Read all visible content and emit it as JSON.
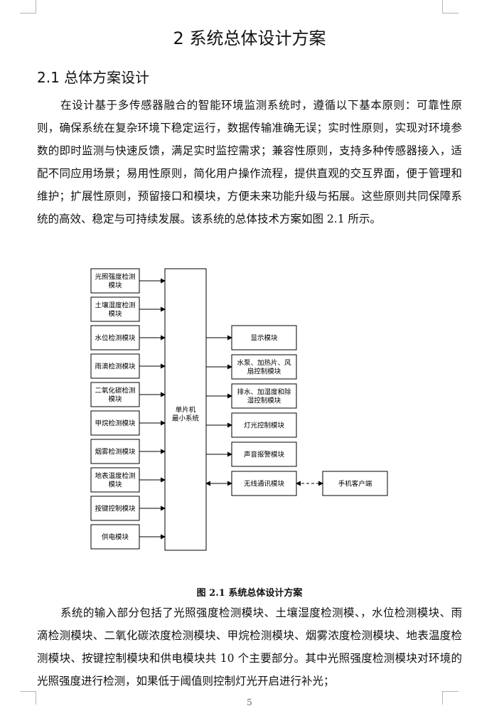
{
  "chapter_title": "2 系统总体设计方案",
  "section_title": "2.1 总体方案设计",
  "paragraph_1": "在设计基于多传感器融合的智能环境监测系统时，遵循以下基本原则：可靠性原则，确保系统在复杂环境下稳定运行，数据传输准确无误；实时性原则，实现对环境参数的即时监测与快速反馈，满足实时监控需求；兼容性原则，支持多种传感器接入，适配不同应用场景；易用性原则，简化用户操作流程，提供直观的交互界面，便于管理和维护；扩展性原则，预留接口和模块，方便未来功能升级与拓展。这些原则共同保障系统的高效、稳定与可持续发展。该系统的总体技术方案如图 2.1 所示。",
  "diagram": {
    "inputs": [
      [
        "光照强度检测",
        "模块"
      ],
      [
        "土壤湿度检测",
        "模块"
      ],
      [
        "水位检测模块"
      ],
      [
        "雨滴检测模块"
      ],
      [
        "二氧化碳检测",
        "模块"
      ],
      [
        "甲烷检测模块"
      ],
      [
        "烟雾检测模块"
      ],
      [
        "地表温度检测",
        "模块"
      ],
      [
        "按键控制模块"
      ],
      [
        "供电模块"
      ]
    ],
    "mcu": [
      "单片机",
      "最小系统"
    ],
    "outputs": [
      [
        "显示模块"
      ],
      [
        "水泵、加热片、风",
        "扇控制模块"
      ],
      [
        "排水、加湿度和除",
        "湿控制模块"
      ],
      [
        "灯光控制模块"
      ],
      [
        "声音报警模块"
      ],
      [
        "无线通讯模块"
      ]
    ],
    "client": [
      "手机客户端"
    ]
  },
  "figure_caption": "图 2.1  系统总体设计方案",
  "paragraph_2": "系统的输入部分包括了光照强度检测模块、土壤湿度检测模、，水位检测模块、雨滴检测模块、二氧化碳浓度检测模块、甲烷检测模块、烟雾浓度检测模块、地表温度检测模块、按键控制模块和供电模块共 10 个主要部分。其中光照强度检测模块对环境的光照强度进行检测，如果低于阈值则控制灯光开启进行补光；",
  "page_number": "5"
}
